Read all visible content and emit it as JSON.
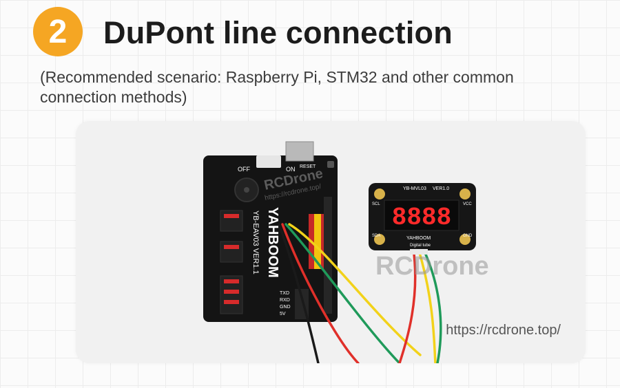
{
  "header": {
    "step_number": "2",
    "title": "DuPont line connection",
    "subtitle": "(Recommended scenario: Raspberry Pi, STM32 and other common connection methods)"
  },
  "board": {
    "switch_off_label": "OFF",
    "switch_on_label": "ON",
    "reset_label": "RESET",
    "brand_label": "YAHBOOM",
    "model_label": "YB-EAV03 VER1.1",
    "pin_labels": [
      "TXD",
      "RXD",
      "GND",
      "5V"
    ]
  },
  "display_module": {
    "digits": "8888",
    "model_label": "YB-MVL03",
    "version_label": "VER1.0",
    "brand_label": "YAHBOOM",
    "subtitle_label": "Digital tube",
    "pin_scl": "SCL",
    "pin_vcc": "VCC",
    "pin_sda": "SDA",
    "pin_gnd": "GND"
  },
  "watermarks": {
    "center_text": "RCDrone",
    "small_text": "https://rcdrone.top/"
  },
  "footer": {
    "url": "https://rcdrone.top/"
  },
  "colors": {
    "accent_orange": "#f5a623",
    "wire_red": "#e0302a",
    "wire_yellow": "#f2d21a",
    "wire_green": "#1f9a5a",
    "wire_black": "#1a1a1a",
    "led_red": "#ff2a2a"
  }
}
